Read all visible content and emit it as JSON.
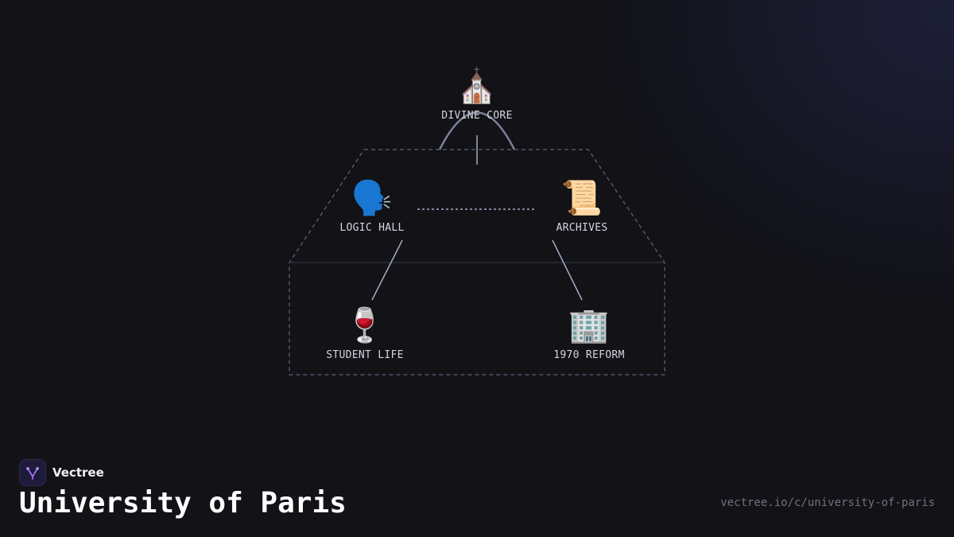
{
  "brand": {
    "name": "Vectree",
    "logo_color": "#a66cf0"
  },
  "title": "University of Paris",
  "url": "vectree.io/c/university-of-paris",
  "diagram": {
    "nodes": [
      {
        "id": "divine-core",
        "icon": "⛪",
        "icon_name": "church-icon",
        "label": "DIVINE CORE"
      },
      {
        "id": "logic-hall",
        "icon": "🗣️",
        "icon_name": "speaking-head-icon",
        "label": "LOGIC HALL"
      },
      {
        "id": "archives",
        "icon": "📜",
        "icon_name": "scroll-icon",
        "label": "ARCHIVES"
      },
      {
        "id": "student-life",
        "icon": "🍷",
        "icon_name": "wine-glass-icon",
        "label": "STUDENT LIFE"
      },
      {
        "id": "1970-reform",
        "icon": "🏢",
        "icon_name": "office-building-icon",
        "label": "1970 REFORM"
      }
    ],
    "connections": [
      {
        "from": "divine-core",
        "to": "tier-2",
        "style": "solid"
      },
      {
        "from": "logic-hall",
        "to": "archives",
        "style": "dotted"
      },
      {
        "from": "logic-hall",
        "to": "student-life",
        "style": "solid"
      },
      {
        "from": "archives",
        "to": "1970-reform",
        "style": "solid"
      }
    ],
    "colors": {
      "line": "#a3acc2",
      "outline": "#4f5868",
      "dome": "#7a8296",
      "divider": "#3a404c"
    }
  }
}
